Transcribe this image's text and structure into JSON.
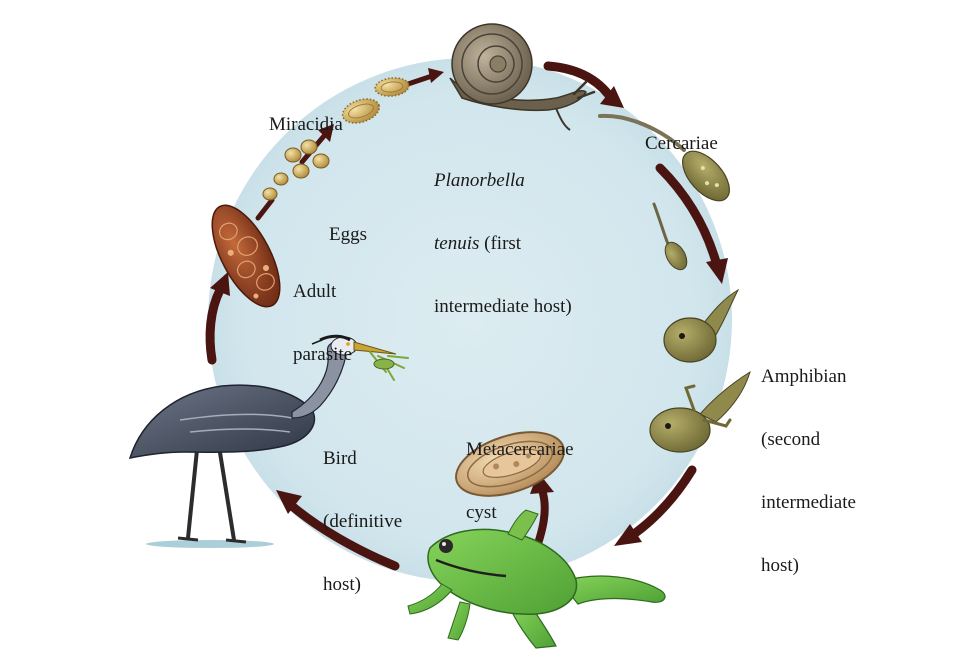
{
  "colors": {
    "background_disc": "#d6e9ef",
    "cycle_arrow": "#4a1410",
    "frog_green": "#6cc24a",
    "heron_body": "#4c5566",
    "tadpole": "#8f8a4c",
    "adult_parasite": "#9a4020"
  },
  "labels": {
    "miracidia": "Miracidia",
    "eggs": "Eggs",
    "adult_parasite": {
      "line1": "Adult",
      "line2": "parasite"
    },
    "snail_host": {
      "line1_italic": "Planorbella",
      "line2_italic": "tenuis",
      "line2_rest": " (first",
      "line3": "intermediate host)"
    },
    "cercariae": "Cercariae",
    "amphibian_host": {
      "line1": "Amphibian",
      "line2": "(second",
      "line3": "intermediate",
      "line4": "host)"
    },
    "metacercariae": {
      "line1": "Metacercariae",
      "line2": "cyst"
    },
    "bird_host": {
      "line1": "Bird",
      "line2": "(definitive",
      "line3": "host)"
    }
  },
  "illustrations": [
    "heron",
    "frog",
    "snail",
    "tadpole",
    "tadpole-with-legs",
    "cercaria",
    "miracidium",
    "egg",
    "adult-parasite",
    "metacercariae-cyst"
  ]
}
